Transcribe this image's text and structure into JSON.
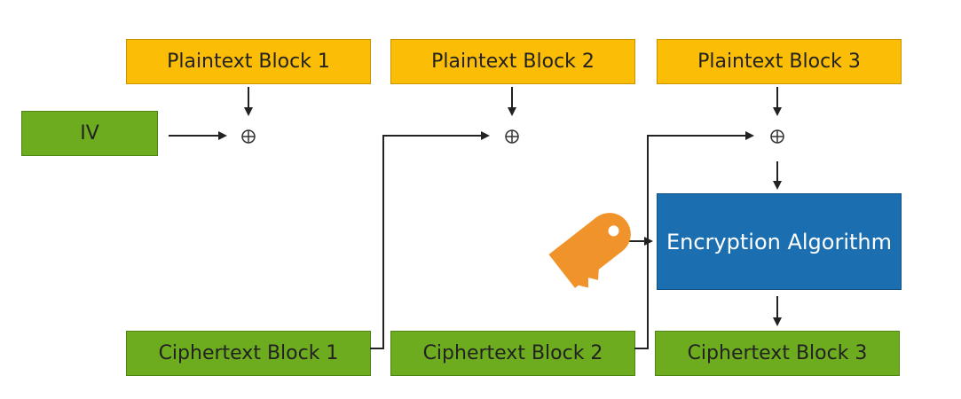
{
  "diagram": {
    "plaintext_blocks": [
      "Plaintext Block 1",
      "Plaintext Block 2",
      "Plaintext Block 3"
    ],
    "ciphertext_blocks": [
      "Ciphertext Block 1",
      "Ciphertext Block 2",
      "Ciphertext Block 3"
    ],
    "iv_label": "IV",
    "encryption_label": "Encryption Algorithm",
    "key_icon": "key-icon",
    "colors": {
      "plaintext": "#fbbd06",
      "ciphertext": "#6eac1f",
      "encryption": "#1b6fb0",
      "key": "#f0932b",
      "lines": "#222222"
    }
  }
}
